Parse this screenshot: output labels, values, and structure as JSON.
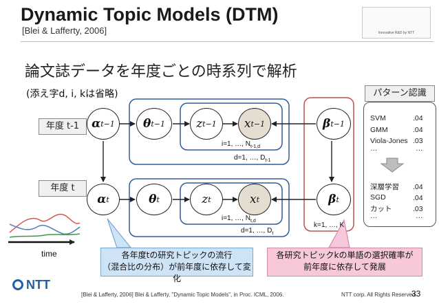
{
  "header": {
    "title": "Dynamic Topic Models (DTM)",
    "subtitle": "[Blei & Lafferty, 2006]",
    "logo_text": "Innovative R&D by NTT"
  },
  "heading": "論文誌データを年度ごとの時系列で解析",
  "note": "(添え字d, i, kは省略)",
  "year_labels": {
    "prev": "年度 t-1",
    "curr": "年度 t"
  },
  "nodes": {
    "alpha_prev": {
      "sym": "α",
      "sub": "t−1"
    },
    "theta_prev": {
      "sym": "θ",
      "sub": "t−1"
    },
    "z_prev": {
      "sym": "z",
      "sub": "t−1"
    },
    "x_prev": {
      "sym": "x",
      "sub": "t−1"
    },
    "beta_prev": {
      "sym": "β",
      "sub": "t−1"
    },
    "alpha_curr": {
      "sym": "α",
      "sub": "t"
    },
    "theta_curr": {
      "sym": "θ",
      "sub": "t"
    },
    "z_curr": {
      "sym": "z",
      "sub": "t"
    },
    "x_curr": {
      "sym": "x",
      "sub": "t"
    },
    "beta_curr": {
      "sym": "β",
      "sub": "t"
    }
  },
  "plates": {
    "words_prev": {
      "text": "i=1, …, N",
      "sub": "t-1,d"
    },
    "docs_prev": {
      "text": "d=1, …, D",
      "sub": "t-1"
    },
    "words_curr": {
      "text": "i=1, …, N",
      "sub": "t,d"
    },
    "docs_curr": {
      "text": "d=1, …, D",
      "sub": "t"
    },
    "topics": {
      "text": "k=1, …, K"
    }
  },
  "pattern": {
    "header": "パターン認識",
    "group1": [
      {
        "word": "SVM",
        "value": ".04"
      },
      {
        "word": "GMM",
        "value": ".04"
      },
      {
        "word": "Viola-Jones",
        "value": ".03"
      },
      {
        "word": "…",
        "value": "…"
      }
    ],
    "group2": [
      {
        "word": "深層学習",
        "value": ".04"
      },
      {
        "word": "SGD",
        "value": ".04"
      },
      {
        "word": "カット",
        "value": ".03"
      },
      {
        "word": "…",
        "value": "…"
      }
    ]
  },
  "time_label": "time",
  "callouts": {
    "left": [
      "各年度tの研究トピックの流行",
      "（混合比の分布）が前年度に依存して変化"
    ],
    "right": [
      "各研究トピックkの単語の選択確率が",
      "前年度に依存して発展"
    ]
  },
  "footer": {
    "citation": "[Blei & Lafferty, 2006] Blei & Lafferty, \"Dynamic Topic Models\", in Proc. ICML, 2006.",
    "copyright": "NTT corp. All Rights Reserved.",
    "page_number": "33",
    "ntt_logo": "NTT"
  },
  "colors": {
    "blue_plate": "#2e5d9a",
    "red_plate": "#c0504d",
    "observed_node": "#e5ddd0",
    "callout_blue": "#cfe3f7",
    "callout_pink": "#f7c8da"
  }
}
